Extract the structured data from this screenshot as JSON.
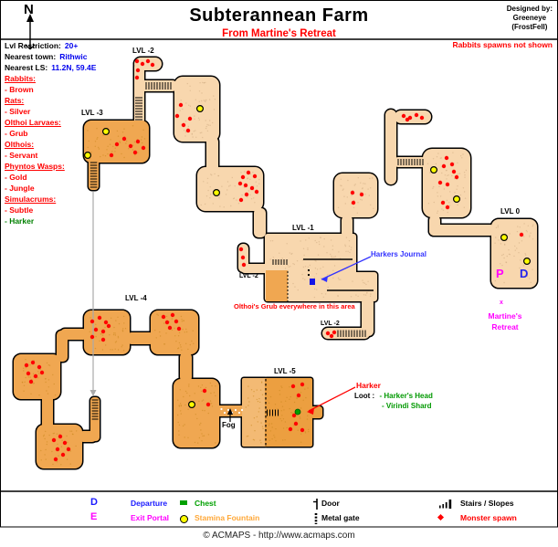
{
  "header": {
    "compass": "N",
    "title": "Subterannean Farm",
    "subtitle": "From Martine's Retreat",
    "designer": [
      "Designed by:",
      "Greeneye",
      "(FrostFell)"
    ],
    "note": "Rabbits spawns not shown"
  },
  "info": [
    {
      "label": "Lvl Restriction:",
      "value": "20+"
    },
    {
      "label": "Nearest town:",
      "value": "Rithwic"
    },
    {
      "label": "Nearest LS:",
      "value": "11.2N, 59.4E"
    }
  ],
  "monsters": [
    {
      "text": "Rabbits:",
      "style": "header"
    },
    {
      "text": "- Brown",
      "style": "red"
    },
    {
      "text": "Rats:",
      "style": "header"
    },
    {
      "text": "- Silver",
      "style": "red"
    },
    {
      "text": "Olthoi Larvaes:",
      "style": "header"
    },
    {
      "text": "- Grub",
      "style": "red"
    },
    {
      "text": "Olthois:",
      "style": "header"
    },
    {
      "text": "- Servant",
      "style": "red"
    },
    {
      "text": "Phyntos Wasps:",
      "style": "header"
    },
    {
      "text": "- Gold",
      "style": "red"
    },
    {
      "text": "- Jungle",
      "style": "red"
    },
    {
      "text": "Simulacrums:",
      "style": "header"
    },
    {
      "text": "- Subtle",
      "style": "red"
    },
    {
      "text": "- Harker",
      "style": "green"
    }
  ],
  "map": {
    "labels": {
      "lvl0": "LVL 0",
      "lvl_m1": "LVL -1",
      "lvl_m2": "LVL -2",
      "lvl_m3": "LVL -3",
      "lvl_m4": "LVL -4",
      "lvl_m5": "LVL -5"
    },
    "annotations": {
      "journal": "Harkers Journal",
      "grub": "Olthoi's Grub everywhere in this area",
      "harker": "Harker",
      "loot_label": "Loot :",
      "loot_items": [
        "- Harker's Head",
        "- Virindi Shard"
      ],
      "fog": "Fog",
      "destination_mark": "x",
      "destination": [
        "Martine's",
        "Retreat"
      ],
      "portal_p": "P",
      "departure_d": "D"
    },
    "colors": {
      "room_light": "#F8D7AE",
      "room_dark": "#F0A751",
      "lvl5_left": "#F3BA74",
      "lvl5_right": "#EC9F40",
      "spawn": "#FF0000",
      "fountain": "#FFFF00",
      "chest": "#00A000",
      "journal": "#1414E6"
    },
    "markers": {
      "fountains": [
        [
          116,
          144
        ],
        [
          96,
          170
        ],
        [
          219,
          119
        ],
        [
          237,
          211
        ],
        [
          475,
          186
        ],
        [
          500,
          218
        ],
        [
          552,
          260
        ],
        [
          577,
          286
        ],
        [
          210,
          443
        ]
      ],
      "spawns": [
        [
          150,
          67
        ],
        [
          156,
          70
        ],
        [
          162,
          67
        ],
        [
          167,
          71
        ],
        [
          151,
          77
        ],
        [
          150,
          85
        ],
        [
          198,
          115
        ],
        [
          194,
          127
        ],
        [
          201,
          137
        ],
        [
          208,
          130
        ],
        [
          206,
          143
        ],
        [
          128,
          158
        ],
        [
          136,
          152
        ],
        [
          143,
          160
        ],
        [
          151,
          155
        ],
        [
          157,
          162
        ],
        [
          148,
          167
        ],
        [
          122,
          170
        ],
        [
          266,
          194
        ],
        [
          272,
          189
        ],
        [
          279,
          193
        ],
        [
          263,
          201
        ],
        [
          269,
          203
        ],
        [
          276,
          206
        ],
        [
          270,
          213
        ],
        [
          281,
          210
        ],
        [
          264,
          219
        ],
        [
          386,
          211
        ],
        [
          396,
          213
        ],
        [
          387,
          222
        ],
        [
          442,
          127
        ],
        [
          449,
          129
        ],
        [
          456,
          126
        ],
        [
          462,
          129
        ],
        [
          446,
          131
        ],
        [
          489,
          173
        ],
        [
          495,
          180
        ],
        [
          486,
          182
        ],
        [
          497,
          188
        ],
        [
          482,
          200
        ],
        [
          490,
          202
        ],
        [
          500,
          194
        ],
        [
          485,
          222
        ],
        [
          490,
          227
        ],
        [
          571,
          257
        ],
        [
          264,
          273
        ],
        [
          266,
          282
        ],
        [
          267,
          290
        ],
        [
          359,
          365
        ],
        [
          363,
          368
        ],
        [
          366,
          364
        ],
        [
          101,
          352
        ],
        [
          109,
          348
        ],
        [
          116,
          353
        ],
        [
          105,
          361
        ],
        [
          113,
          363
        ],
        [
          119,
          357
        ],
        [
          101,
          369
        ],
        [
          113,
          372
        ],
        [
          179,
          347
        ],
        [
          189,
          345
        ],
        [
          183,
          353
        ],
        [
          193,
          352
        ],
        [
          186,
          359
        ],
        [
          196,
          360
        ],
        [
          29,
          400
        ],
        [
          36,
          397
        ],
        [
          43,
          402
        ],
        [
          31,
          409
        ],
        [
          39,
          412
        ],
        [
          46,
          408
        ],
        [
          34,
          418
        ],
        [
          59,
          482
        ],
        [
          66,
          478
        ],
        [
          71,
          485
        ],
        [
          63,
          492
        ],
        [
          69,
          498
        ],
        [
          75,
          492
        ],
        [
          61,
          503
        ],
        [
          224,
          428
        ],
        [
          228,
          443
        ],
        [
          321,
          423
        ],
        [
          331,
          421
        ],
        [
          327,
          433
        ],
        [
          324,
          464
        ],
        [
          318,
          470
        ],
        [
          331,
          471
        ],
        [
          322,
          455
        ]
      ],
      "chest": [
        326,
        451
      ],
      "journal_pos": [
        339,
        305
      ]
    }
  },
  "legend": {
    "columns": [
      [
        {
          "symbol": "D",
          "label": "Departure",
          "color": "#1A1AFF"
        },
        {
          "symbol": "E",
          "label": "Exit Portal",
          "color": "#FF00FF"
        }
      ],
      [
        {
          "symbol": "chest",
          "label": "Chest",
          "color": "#00A000"
        },
        {
          "symbol": "fountain",
          "label": "Stamina Fountain",
          "color": "#FFA838"
        }
      ],
      [
        {
          "symbol": "door",
          "label": "Door",
          "color": "#000000"
        },
        {
          "symbol": "gate",
          "label": "Metal gate",
          "color": "#000000"
        }
      ],
      [
        {
          "symbol": "stairs",
          "label": "Stairs / Slopes",
          "color": "#000000"
        },
        {
          "symbol": "spawn",
          "label": "Monster spawn",
          "color": "#FF0000"
        }
      ]
    ],
    "footer": "© ACMAPS - http://www.acmaps.com"
  }
}
